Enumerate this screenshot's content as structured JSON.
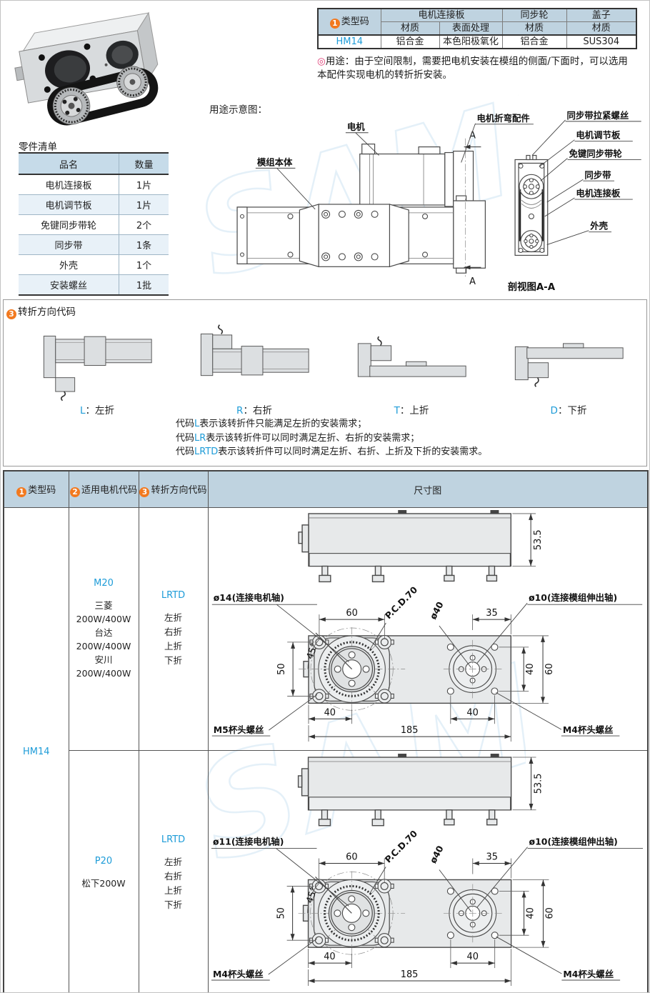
{
  "watermark": {
    "text": "SAML",
    "color": "#cfe4f4"
  },
  "colors": {
    "accent_blue": "#1e9cd8",
    "badge_orange": "#f2791f",
    "header_blue": "#bfd3e0",
    "row_alt_blue": "#e8f1f8",
    "note_pink": "#e0457b"
  },
  "spec_table": {
    "badge": "1",
    "headers": {
      "type": "类型码",
      "plate": "电机连接板",
      "wheel": "同步轮",
      "cover": "盖子",
      "material": "材质",
      "surface": "表面处理"
    },
    "row": {
      "code": "HM14",
      "plate_material": "铝合金",
      "plate_surface": "本色阳极氧化",
      "wheel_material": "铝合金",
      "cover_material": "SUS304"
    }
  },
  "usage_note": {
    "icon": "◎",
    "line1": "用途：由于空间限制，需要把电机安装在模组的侧面/下面时，可以选用",
    "line2": "本配件实现电机的转折折安装。"
  },
  "parts_list": {
    "title": "零件清单",
    "headers": [
      "品名",
      "数量"
    ],
    "rows": [
      [
        "电机连接板",
        "1片"
      ],
      [
        "电机调节板",
        "1片"
      ],
      [
        "免键同步带轮",
        "2个"
      ],
      [
        "同步带",
        "1条"
      ],
      [
        "外壳",
        "1个"
      ],
      [
        "安装螺丝",
        "1批"
      ]
    ]
  },
  "usage_diagram": {
    "title": "用途示意图：",
    "labels": {
      "motor": "电机",
      "module_body": "模组本体",
      "bend_part": "电机折弯配件",
      "belt_screw": "同步带拉紧螺丝",
      "adjust_plate": "电机调节板",
      "keyless_pulley": "免键同步带轮",
      "belt": "同步带",
      "connect_plate": "电机连接板",
      "shell": "外壳",
      "section_a": "A",
      "section_caption": "剖视图A-A"
    }
  },
  "direction_section": {
    "badge": "3",
    "title": "转折方向代码",
    "items": [
      {
        "code": "L",
        "label": "：左折"
      },
      {
        "code": "R",
        "label": "：右折"
      },
      {
        "code": "T",
        "label": "：上折"
      },
      {
        "code": "D",
        "label": "：下折"
      }
    ],
    "notes": [
      {
        "prefix": "代码",
        "code": "L",
        "text": "表示该转折件只能满足左折的安装需求；"
      },
      {
        "prefix": "代码",
        "code": "LR",
        "text": "表示该转折件可以同时满足左折、右折的安装需求；"
      },
      {
        "prefix": "代码",
        "code": "LRTD",
        "text": "表示该转折件可以同时满足左折、右折、上折及下折的安装需求。"
      }
    ]
  },
  "main_table": {
    "headers": [
      {
        "badge": "1",
        "label": "类型码"
      },
      {
        "badge": "2",
        "label": "适用电机代码"
      },
      {
        "badge": "3",
        "label": "转折方向代码"
      },
      {
        "badge": "",
        "label": "尺寸图"
      }
    ],
    "type_code": "HM14",
    "rows": [
      {
        "motor_code": "M20",
        "motors": [
          "三菱200W/400W",
          "台达200W/400W",
          "安川200W/400W"
        ],
        "dir_code": "LRTD",
        "dirs": [
          "左折",
          "右折",
          "上折",
          "下折"
        ],
        "dims": {
          "side_height": "53.5",
          "motor_shaft": "ø14(连接电机轴)",
          "module_shaft": "ø10(连接模组伸出轴)",
          "pcd": "P.C.D.70",
          "hub_dia": "ø40",
          "angle": "45°",
          "top_left": "60",
          "top_right": "35",
          "left": "50",
          "right_inner": "40",
          "right_outer": "60",
          "bottom_left": "40",
          "bottom_right": "40",
          "overall": "185",
          "screw_left": "M5杯头螺丝",
          "screw_right": "M4杯头螺丝"
        }
      },
      {
        "motor_code": "P20",
        "motors": [
          "松下200W"
        ],
        "dir_code": "LRTD",
        "dirs": [
          "左折",
          "右折",
          "上折",
          "下折"
        ],
        "dims": {
          "side_height": "53.5",
          "motor_shaft": "ø11(连接电机轴)",
          "module_shaft": "ø10(连接模组伸出轴)",
          "pcd": "P.C.D.70",
          "hub_dia": "ø40",
          "angle": "45°",
          "top_left": "60",
          "top_right": "35",
          "left": "50",
          "right_inner": "40",
          "right_outer": "60",
          "bottom_left": "40",
          "bottom_right": "40",
          "overall": "185",
          "screw_left": "M4杯头螺丝",
          "screw_right": "M4杯头螺丝"
        }
      }
    ]
  }
}
